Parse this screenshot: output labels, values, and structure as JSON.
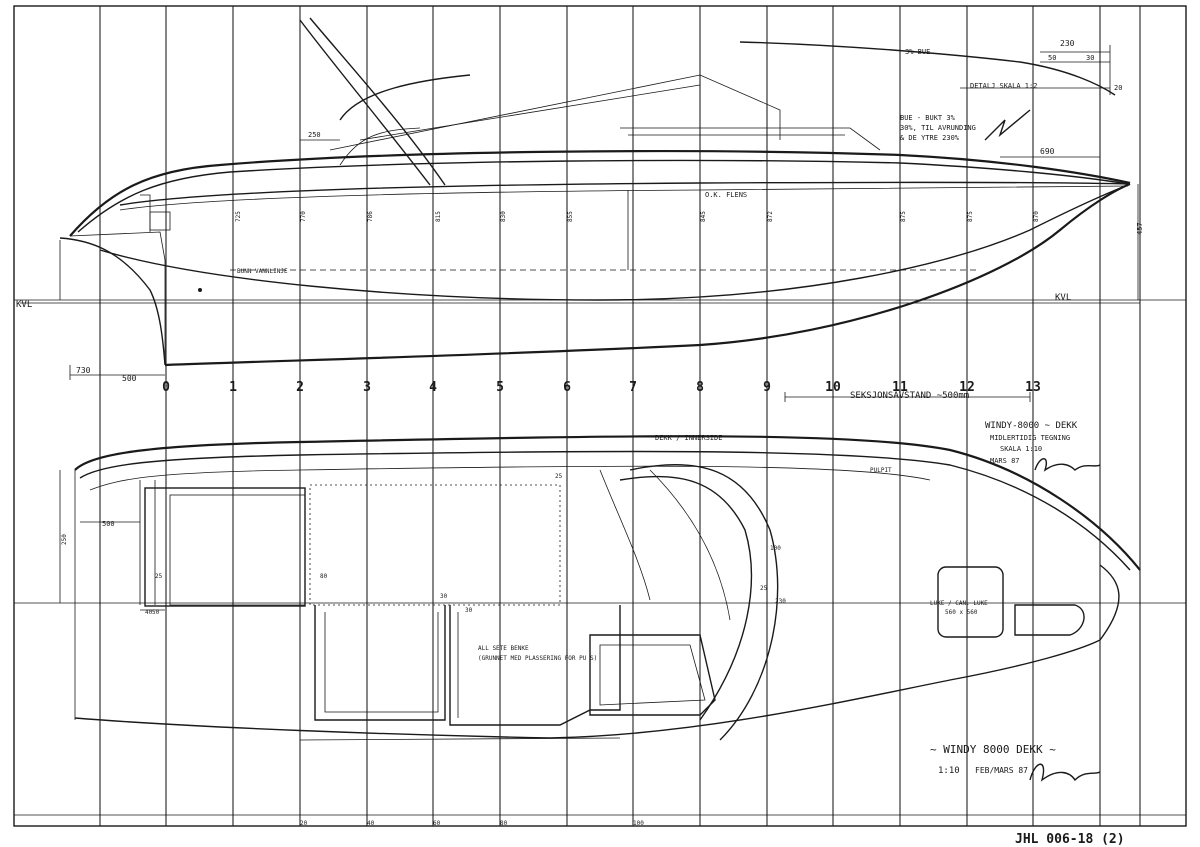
{
  "drawing": {
    "station_numbers": [
      "0",
      "1",
      "2",
      "3",
      "4",
      "5",
      "6",
      "7",
      "8",
      "9",
      "10",
      "11",
      "12",
      "13"
    ],
    "section_spacing_label": "SEKSJONSAVSTAND ~500mm",
    "waterline_label_left": "KVL",
    "waterline_label_right": "KVL",
    "top_dim_230": "230",
    "top_dim_50": "50",
    "top_dim_30": "30",
    "top_dim_20": "20",
    "detail_label": "DETALJ SKALA 1:2",
    "sheer_label": "3% BUE",
    "camber_note_1": "BUE - BUKT 3%",
    "camber_note_2": "30%, TIL AVRUNDING",
    "camber_note_3": "& DE YTRE 230%",
    "dim_250": "250",
    "dim_690": "690",
    "dim_730": "730",
    "dim_500_profile": "500",
    "dim_500_plan": "500",
    "flange_label": "O.K. FLENS",
    "hull_line_label": "BUNN VANNLINJE",
    "profile_heights": [
      "725",
      "770",
      "786",
      "815",
      "830",
      "855",
      "845",
      "872",
      "875",
      "875",
      "870"
    ],
    "dim_457": "457",
    "title_block": {
      "line1": "WINDY-8000 ~ DEKK",
      "line2": "MIDLERTIDIG TEGNING",
      "line3": "SKALA 1:10",
      "line4": "MARS 87"
    },
    "bottom_title": "~ WINDY 8000 DEKK ~",
    "bottom_scale": "1:10",
    "bottom_date": "FEB/MARS 87",
    "drawing_number": "JHL 006-18 (2)",
    "plan_label_deck": "DEKK / INNERSIDE",
    "plan_label_hatch": "LUKE / CAN. LUKE",
    "plan_label_hatch_dim": "560 x 560",
    "plan_label_pulpit": "PULPIT",
    "plan_note_1": "ALL SETE BENKE",
    "plan_note_2": "(GRUNNET MED PLASSERING FOR PU S)",
    "plan_dims": [
      "25",
      "30",
      "30",
      "25",
      "100",
      "230",
      "50"
    ],
    "plan_dim_left_40": "40",
    "plan_dim_left_80": "80",
    "plan_dim_left_250": "250",
    "plan_dim_left_25": "25",
    "bottom_ticks": [
      "20",
      "40",
      "60",
      "80",
      "100"
    ]
  }
}
